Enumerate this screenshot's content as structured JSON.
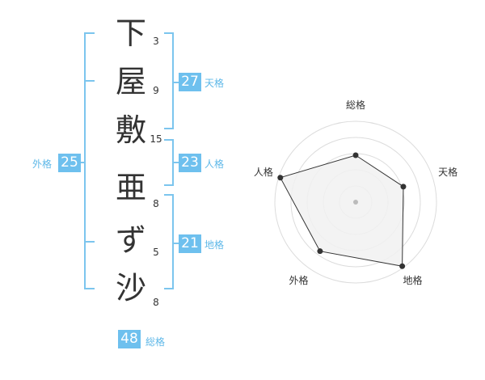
{
  "name_chars": [
    {
      "char": "下",
      "strokes": "3"
    },
    {
      "char": "屋",
      "strokes": "9"
    },
    {
      "char": "敷",
      "strokes": "15"
    },
    {
      "char": "亜",
      "strokes": "8"
    },
    {
      "char": "ず",
      "strokes": "5"
    },
    {
      "char": "沙",
      "strokes": "8"
    }
  ],
  "fortune": {
    "tenkaku": {
      "value": "27",
      "label": "天格"
    },
    "jinkaku": {
      "value": "23",
      "label": "人格"
    },
    "chikaku": {
      "value": "21",
      "label": "地格"
    },
    "gaikaku": {
      "value": "25",
      "label": "外格"
    },
    "soukaku": {
      "value": "48",
      "label": "総格"
    }
  },
  "radar": {
    "axes": [
      "総格",
      "天格",
      "地格",
      "外格",
      "人格"
    ],
    "values": [
      0.58,
      0.62,
      0.98,
      0.75,
      0.98
    ],
    "colors": {
      "fill": "#f1f1f1",
      "stroke": "#333333",
      "ring": "#dcdcdc",
      "center": "#bbbbbb"
    }
  },
  "colors": {
    "accent": "#6ec0ee",
    "accent_text": "#5fb8e8",
    "text": "#333333"
  }
}
